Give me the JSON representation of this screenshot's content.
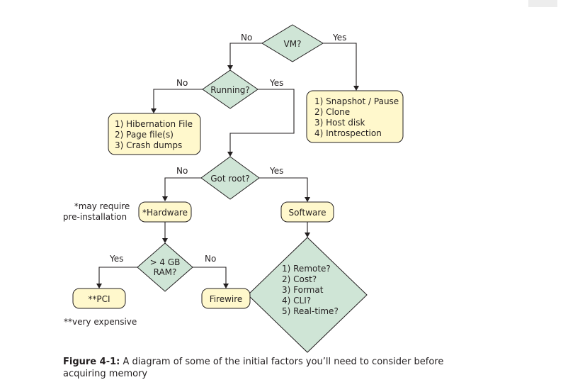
{
  "colors": {
    "box_fill": "#fff8cc",
    "diamond_fill": "#cfe5d6",
    "stroke": "#231f20"
  },
  "nodes": {
    "vm": {
      "label": "VM?"
    },
    "running": {
      "label": "Running?"
    },
    "vm_methods": {
      "lines": [
        "1) Snapshot / Pause",
        "2) Clone",
        "3) Host disk",
        "4) Introspection"
      ]
    },
    "offline_files": {
      "lines": [
        "1) Hibernation File",
        "2) Page file(s)",
        "3) Crash dumps"
      ]
    },
    "got_root": {
      "label": "Got root?"
    },
    "hardware": {
      "label": "*Hardware"
    },
    "software": {
      "label": "Software"
    },
    "ram": {
      "lines": [
        "> 4 GB",
        "RAM?"
      ]
    },
    "pci": {
      "label": "**PCI"
    },
    "firewire": {
      "label": "Firewire"
    },
    "software_criteria": {
      "lines": [
        "1) Remote?",
        "2) Cost?",
        "3) Format",
        "4) CLI?",
        "5) Real-time?"
      ]
    }
  },
  "edge_labels": {
    "vm_no": "No",
    "vm_yes": "Yes",
    "running_no": "No",
    "running_yes": "Yes",
    "root_no": "No",
    "root_yes": "Yes",
    "ram_yes": "Yes",
    "ram_no": "No"
  },
  "notes": {
    "preinstall": [
      "*may require",
      "pre-installation"
    ],
    "expensive": "**very expensive"
  },
  "caption": {
    "label": "Figure 4-1:",
    "text": " A diagram of some of the initial factors you’ll need to consider before acquiring memory"
  }
}
